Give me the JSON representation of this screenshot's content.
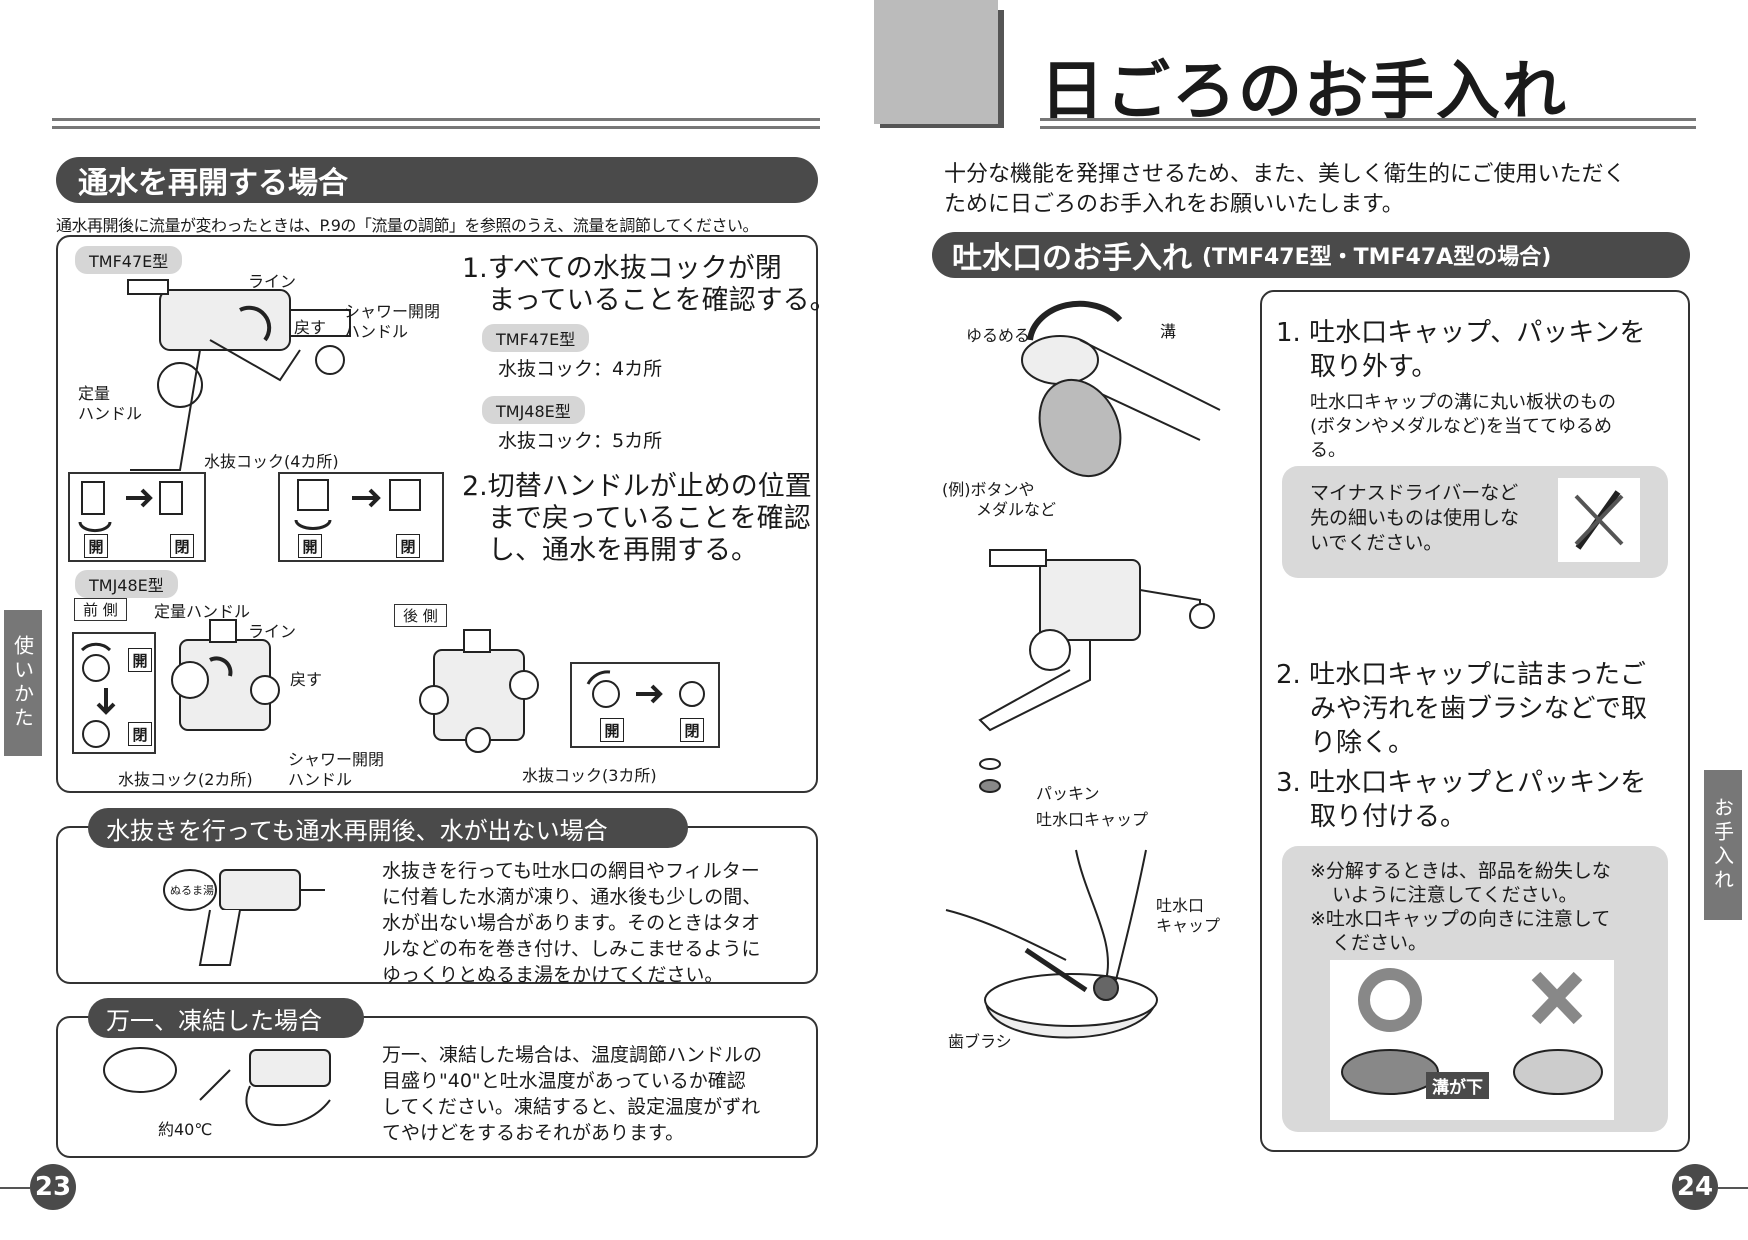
{
  "left": {
    "section_title": "通水を再開する場合",
    "intro": "通水再開後に流量が変わったときは、P.9の「流量の調節」を参照のうえ、流量を調節してください。",
    "model_a": "TMF47E型",
    "model_b": "TMJ48E型",
    "labels_a": {
      "line": "ライン",
      "shower": "シャワー開閉",
      "handle": "ハンドル",
      "return": "戻す",
      "fixed": "定量",
      "fixed_handle": "ハンドル",
      "drain": "水抜コック(4カ所)"
    },
    "open": "開",
    "close": "閉",
    "step1": "1.すべての水抜コックが閉",
    "step1b": "まっていることを確認する。",
    "tmf_model": "TMF47E型",
    "tmf_count": "水抜コック：4カ所",
    "tmj_model": "TMJ48E型",
    "tmj_count": "水抜コック：5カ所",
    "step2a": "2.切替ハンドルが止めの位置",
    "step2b": "まで戻っていることを確認",
    "step2c": "し、通水を再開する。",
    "front": "前 側",
    "back": "後 側",
    "labels_b": {
      "fixed_handle": "定量ハンドル",
      "line": "ライン",
      "return": "戻す",
      "shower": "シャワー開閉",
      "handle": "ハンドル",
      "drain2": "水抜コック(2カ所)",
      "drain3": "水抜コック(3カ所)"
    },
    "sub1_title": "水抜きを行っても通水再開後、水が出ない場合",
    "sub1_body": [
      "水抜きを行っても吐水口の網目やフィルター",
      "に付着した水滴が凍り、通水後も少しの間、",
      "水が出ない場合があります。そのときはタオ",
      "ルなどの布を巻き付け、しみこませるように",
      "ゆっくりとぬるま湯をかけてください。"
    ],
    "kettle_label": "ぬるま湯",
    "sub2_title": "万一、凍結した場合",
    "sub2_body": [
      "万一、凍結した場合は、温度調節ハンドルの",
      "目盛り\"40\"と吐水温度があっているか確認",
      "してください。凍結すると、設定温度がずれ",
      "てやけどをするおそれがあります。"
    ],
    "temp_label": "約40℃",
    "side_tab": "使いかた",
    "page_no": "23"
  },
  "right": {
    "title": "日ごろのお手入れ",
    "intro": [
      "十分な機能を発揮させるため、また、美しく衛生的にご使用いただく",
      "ために日ごろのお手入れをお願いいたします。"
    ],
    "section_title": "吐水口のお手入れ",
    "section_sub": "(TMF47E型・TMF47A型の場合)",
    "labels": {
      "loosen": "ゆるめる",
      "groove": "溝",
      "example": "(例)ボタンや",
      "example2": "メダルなど",
      "packing": "パッキン",
      "cap": "吐水口キャップ",
      "cap2a": "吐水口",
      "cap2b": "キャップ",
      "brush": "歯ブラシ"
    },
    "step1a": "1. 吐水口キャップ、パッキンを",
    "step1b": "取り外す。",
    "step1_note": [
      "吐水口キャップの溝に丸い板状のもの",
      "(ボタンやメダルなど)を当ててゆるめ",
      "る。"
    ],
    "warn": [
      "マイナスドライバーなど",
      "先の細いものは使用しな",
      "いでください。"
    ],
    "step2": [
      "2. 吐水口キャップに詰まったご",
      "みや汚れを歯ブラシなどで取",
      "り除く。"
    ],
    "step3": [
      "3. 吐水口キャップとパッキンを",
      "取り付ける。"
    ],
    "notes": [
      "※分解するときは、部品を紛失しな",
      "いように注意してください。",
      "※吐水口キャップの向きに注意して",
      "ください。"
    ],
    "groove_down": "溝が下",
    "side_tab": "お手入れ",
    "page_no": "24"
  }
}
